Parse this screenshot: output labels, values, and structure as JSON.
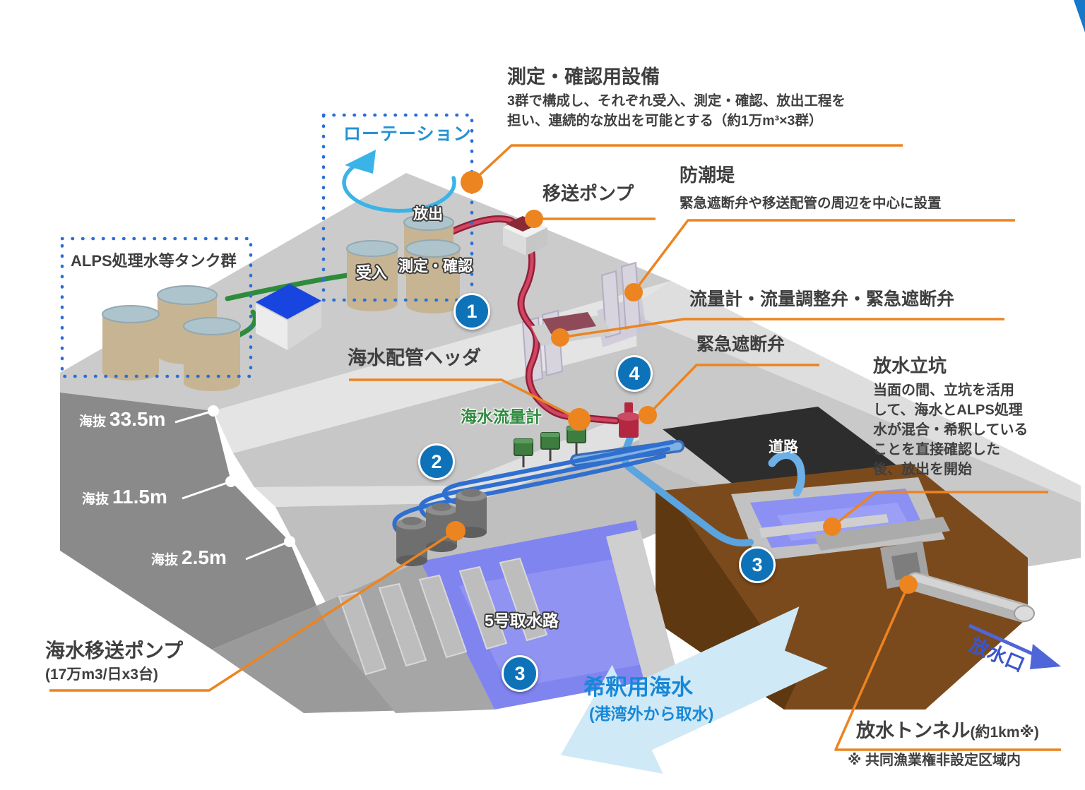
{
  "figure": {
    "measurement_facility": {
      "title": "測定・確認用設備",
      "desc_line1": "3群で構成し、それぞれ受入、測定・確認、放出工程を",
      "desc_line2": "担い、連続的な放出を可能とする（約1万m³×3群）"
    },
    "rotation_label": "ローテーション",
    "process_labels": {
      "discharge": "放出",
      "receive": "受入",
      "measure": "測定・確認"
    },
    "alps_tanks_label": "ALPS処理水等タンク群",
    "transfer_pump_label": "移送ポンプ",
    "seawall": {
      "title": "防潮堤",
      "desc": "緊急遮断弁や移送配管の周辺を中心に設置"
    },
    "flow_equipment_label": "流量計・流量調整弁・緊急遮断弁",
    "emergency_valve_label": "緊急遮断弁",
    "discharge_shaft": {
      "title": "放水立坑",
      "desc_lines": [
        "当面の間、立坑を活用",
        "して、海水とALPS処理",
        "水が混合・希釈している",
        "ことを直接確認した",
        "後、放出を開始"
      ]
    },
    "elevations": [
      {
        "prefix": "海抜",
        "value": "33.5m"
      },
      {
        "prefix": "海抜",
        "value": "11.5m"
      },
      {
        "prefix": "海抜",
        "value": "2.5m"
      }
    ],
    "seawater_header_label": "海水配管ヘッダ",
    "seawater_flowmeter_label": "海水流量計",
    "seawater_pump": {
      "title": "海水移送ポンプ",
      "spec": "(17万m3/日x3台)"
    },
    "intake_label": "5号取水路",
    "dilution": {
      "line1": "希釈用海水",
      "line2": "(港湾外から取水)"
    },
    "road_label": "道路",
    "outlet_label": "放水口",
    "tunnel": {
      "title": "放水トンネル",
      "length": "(約1km※)"
    },
    "footnote": "※ 共同漁業権非設定区域内",
    "markers": [
      "1",
      "2",
      "4",
      "3",
      "3"
    ]
  },
  "colors": {
    "callout_orange": "#ec8420",
    "marker_blue": "#0d72b8",
    "label_dark": "#3f3f3f",
    "rotation_blue": "#2492d4",
    "flowmeter_green": "#2e8b3e",
    "outlet_blue": "#3a55cc",
    "dilution_blue": "#1788d8",
    "pipe_red": "#c2294a",
    "pipe_blue": "#2f6fd0",
    "pipe_green": "#2f8b3c",
    "water_violet": "#8084ef",
    "earth_brown": "#7b4a1c"
  }
}
